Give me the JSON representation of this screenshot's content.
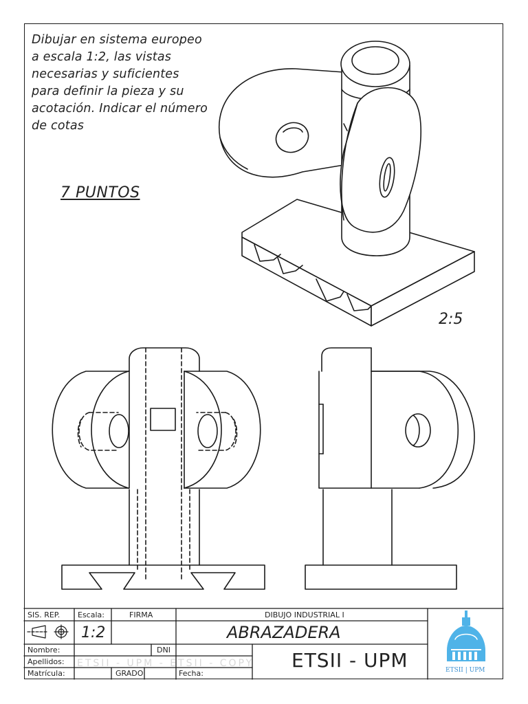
{
  "instructions": {
    "lines": [
      "Dibujar en sistema europeo",
      "a escala 1:2, las vistas",
      "necesarias y suficientes",
      "para definir la pieza y su",
      "acotación. Indicar el número",
      "de cotas"
    ],
    "points": "7 PUNTOS"
  },
  "isometric": {
    "scale": "2:5"
  },
  "title_block": {
    "sis_rep": "SIS. REP.",
    "escala_label": "Escala:",
    "firma": "FIRMA",
    "course": "DIBUJO INDUSTRIAL I",
    "escala_value": "1:2",
    "piece_name": "ABRAZADERA",
    "nombre": "Nombre:",
    "dni": "DNI",
    "apellidos": "Apellidos:",
    "matricula": "Matrícula:",
    "grado": "GRADO",
    "fecha": "Fecha:",
    "school": "ETSII - UPM",
    "logo_text": "ETSII | UPM",
    "watermark": "ETSII - UPM  -  ETSII - COPY",
    "accent_color": "#4fb3e8"
  },
  "icons": [
    "first-angle-projection-icon",
    "etsii-dome-logo"
  ]
}
